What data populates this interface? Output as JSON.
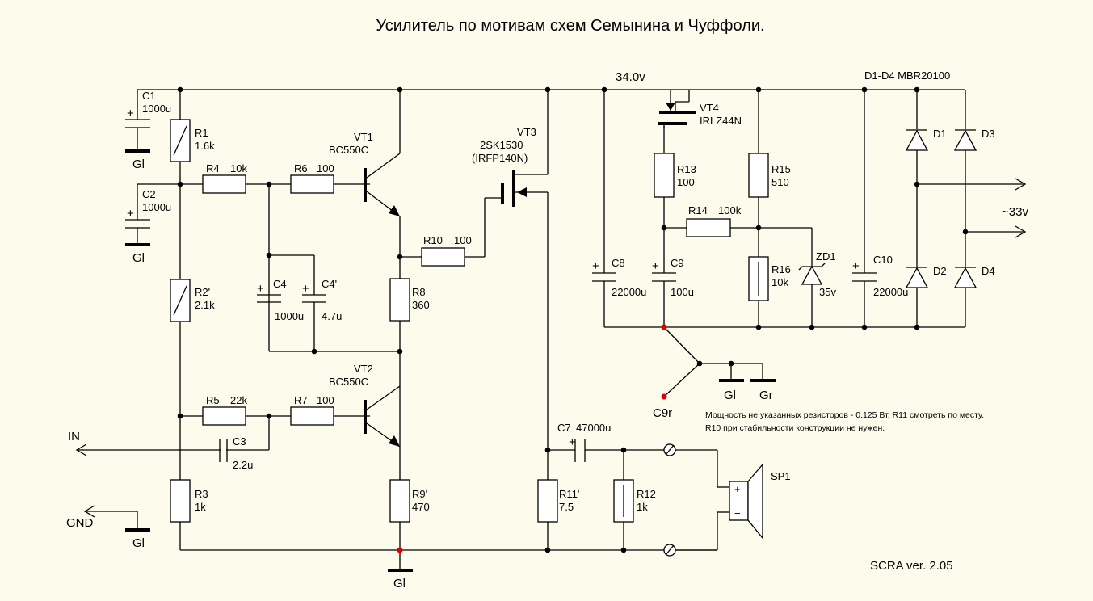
{
  "title": "Усилитель по мотивам схем Семынина и Чуффоли.",
  "supply_voltage": "34.0v",
  "diodes_note": "D1-D4 MBR20100",
  "ac_input": "~33v",
  "version": "SCRA ver. 2.05",
  "notes": [
    "Мощность не указанных резисторов - 0.125 Вт, R11 смотреть по месту.",
    "R10 при стабильности конструкции не нужен."
  ],
  "ports": {
    "in": "IN",
    "gnd": "GND"
  },
  "ground": {
    "gl": "Gl",
    "gr": "Gr",
    "c9r": "C9r"
  },
  "components": {
    "c1": {
      "ref": "C1",
      "val": "1000u"
    },
    "c2": {
      "ref": "C2",
      "val": "1000u"
    },
    "c3": {
      "ref": "C3",
      "val": "2.2u"
    },
    "c4": {
      "ref": "C4",
      "val": "1000u"
    },
    "c4p": {
      "ref": "C4'",
      "val": "4.7u"
    },
    "c7": {
      "ref": "C7",
      "val": "47000u"
    },
    "c8": {
      "ref": "C8",
      "val": "22000u"
    },
    "c9": {
      "ref": "C9",
      "val": "100u"
    },
    "c10": {
      "ref": "C10",
      "val": "22000u"
    },
    "r1": {
      "ref": "R1",
      "val": "1.6k"
    },
    "r2": {
      "ref": "R2'",
      "val": "2.1k"
    },
    "r3": {
      "ref": "R3",
      "val": "1k"
    },
    "r4": {
      "ref": "R4",
      "val": "10k"
    },
    "r5": {
      "ref": "R5",
      "val": "22k"
    },
    "r6": {
      "ref": "R6",
      "val": "100"
    },
    "r7": {
      "ref": "R7",
      "val": "100"
    },
    "r8": {
      "ref": "R8",
      "val": "360"
    },
    "r9": {
      "ref": "R9'",
      "val": "470"
    },
    "r10": {
      "ref": "R10",
      "val": "100"
    },
    "r11": {
      "ref": "R11'",
      "val": "7.5"
    },
    "r12": {
      "ref": "R12",
      "val": "1k"
    },
    "r13": {
      "ref": "R13",
      "val": "100"
    },
    "r14": {
      "ref": "R14",
      "val": "100k"
    },
    "r15": {
      "ref": "R15",
      "val": "510"
    },
    "r16": {
      "ref": "R16",
      "val": "10k"
    },
    "vt1": {
      "ref": "VT1",
      "val": "BC550C"
    },
    "vt2": {
      "ref": "VT2",
      "val": "BC550C"
    },
    "vt3": {
      "ref": "VT3",
      "val": "2SK1530",
      "alt": "(IRFP140N)"
    },
    "vt4": {
      "ref": "VT4",
      "val": "IRLZ44N"
    },
    "zd1": {
      "ref": "ZD1",
      "val": "35v"
    },
    "d1": {
      "ref": "D1"
    },
    "d2": {
      "ref": "D2"
    },
    "d3": {
      "ref": "D3"
    },
    "d4": {
      "ref": "D4"
    },
    "sp1": {
      "ref": "SP1",
      "plus": "+",
      "minus": "−"
    }
  }
}
